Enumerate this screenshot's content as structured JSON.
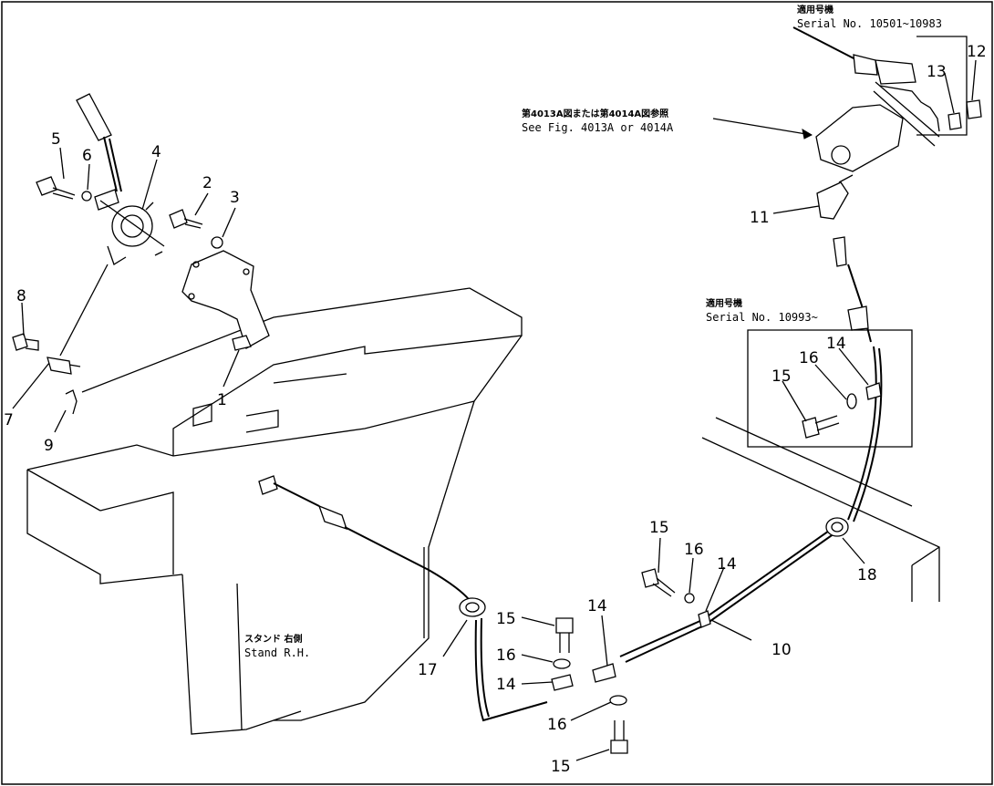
{
  "notes": {
    "serial_top_jp": "適用号機",
    "serial_top": "Serial No. 10501~10983",
    "see_fig_jp": "第4013A図または第4014A図参照",
    "see_fig": "See Fig. 4013A or 4014A",
    "serial_mid_jp": "適用号機",
    "serial_mid": "Serial No. 10993~",
    "stand_jp": "スタンド 右側",
    "stand": "Stand R.H."
  },
  "callouts": [
    "1",
    "2",
    "3",
    "4",
    "5",
    "6",
    "7",
    "8",
    "9",
    "10",
    "11",
    "12",
    "13",
    "14",
    "15",
    "16",
    "17",
    "18"
  ]
}
